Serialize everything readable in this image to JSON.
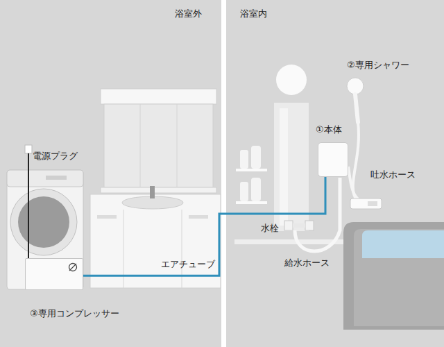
{
  "diagram": {
    "nodes": [
      {
        "text": [
          "浴室外"
        ]
      },
      {
        "text": [
          "浴室内"
        ]
      },
      {
        "text": [
          "③専用コンプレッサー"
        ],
        "in": 0
      },
      {
        "text": [
          "①本体"
        ],
        "in": 1
      }
    ],
    "edges": [
      {
        "from": 2,
        "to": 3,
        "arrow": "none",
        "label": "エアチューブ"
      }
    ],
    "labels": [
      "電源プラグ",
      "②専用シャワー",
      "吐水ホース",
      "水栓",
      "給水ホース"
    ]
  }
}
